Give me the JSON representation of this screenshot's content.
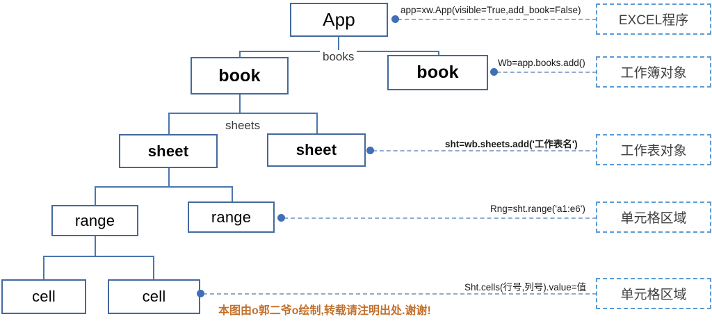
{
  "diagram": {
    "title": "xlwings Excel object model hierarchy",
    "colors": {
      "node_border": "#44689e",
      "dashed_border": "#5b9bd5",
      "connector": "#4a76ad",
      "dot": "#3f6fb5",
      "watermark": "#c2702c"
    }
  },
  "nodes": {
    "app": "App",
    "book1": "book",
    "book2": "book",
    "sheet1": "sheet",
    "sheet2": "sheet",
    "range1": "range",
    "range2": "range",
    "cell1": "cell",
    "cell2": "cell"
  },
  "edge_labels": {
    "books": "books",
    "sheets": "sheets"
  },
  "callouts": [
    {
      "code": "app=xw.App(visible=True,add_book=False)",
      "code_bold": "",
      "description": "EXCEL程序"
    },
    {
      "code": "Wb=app.books.add()",
      "code_bold": "",
      "description": "工作簿对象"
    },
    {
      "code": "sht=wb.sheets.add('工作表名')",
      "code_bold": "",
      "description": "工作表对象"
    },
    {
      "code": "Rng=sht.range('a1:e6')",
      "code_bold": "",
      "description": "单元格区域"
    },
    {
      "code": "Sht.cells(行号,列号).value=值",
      "code_bold": "",
      "description": "单元格区域"
    }
  ],
  "watermark": {
    "text": "本图由o郭二爷o绘制,转载请注明出处.谢谢!"
  }
}
